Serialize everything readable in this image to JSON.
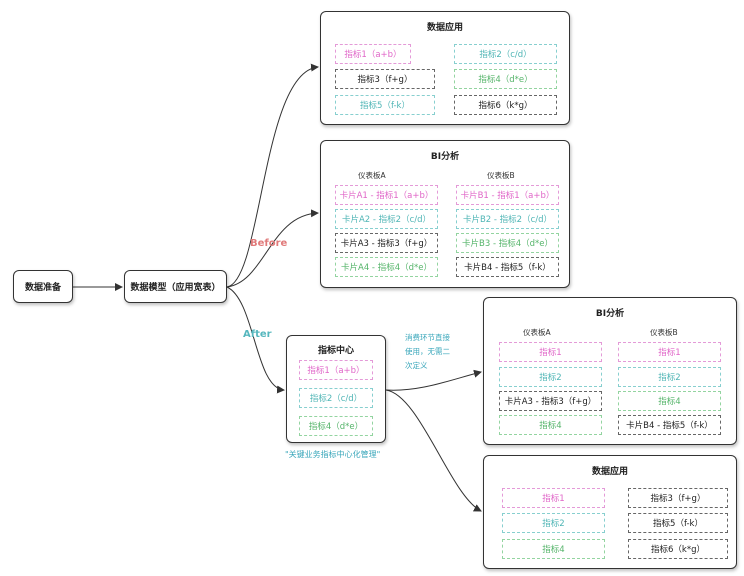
{
  "nodes": {
    "prep": "数据准备",
    "model": "数据模型（应用宽表）",
    "before": "Before",
    "after": "After"
  },
  "before_app": {
    "title": "数据应用",
    "chips": [
      "指标1（a+b）",
      "指标2（c/d）",
      "指标3（f+g）",
      "指标4（d*e）",
      "指标5（f-k）",
      "指标6（k*g）"
    ]
  },
  "before_bi": {
    "title": "BI分析",
    "col_a": "仪表板A",
    "col_b": "仪表板B",
    "chips_a": [
      "卡片A1 - 指标1（a+b）",
      "卡片A2 - 指标2（c/d）",
      "卡片A3 - 指标3（f+g）",
      "卡片A4 - 指标4（d*e）"
    ],
    "chips_b": [
      "卡片B1 - 指标1（a+b）",
      "卡片B2 - 指标2（c/d）",
      "卡片B3 - 指标4（d*e）",
      "卡片B4 - 指标5（f-k）"
    ]
  },
  "center": {
    "title": "指标中心",
    "chips": [
      "指标1（a+b）",
      "指标2（c/d）",
      "指标4（d*e）"
    ],
    "caption": "\"关键业务指标中心化管理\"",
    "note": [
      "消费环节直接",
      "使用，无需二",
      "次定义"
    ]
  },
  "after_bi": {
    "title": "BI分析",
    "col_a": "仪表板A",
    "col_b": "仪表板B",
    "chips_a": [
      "指标1",
      "指标2",
      "卡片A3 - 指标3（f+g）",
      "指标4"
    ],
    "chips_b": [
      "指标1",
      "指标2",
      "指标4",
      "卡片B4 - 指标5（f-k）"
    ]
  },
  "after_app": {
    "title": "数据应用",
    "chips_a": [
      "指标1",
      "指标2",
      "指标4"
    ],
    "chips_b": [
      "指标3（f+g）",
      "指标5（f-k）",
      "指标6（k*g）"
    ]
  },
  "colors": {
    "pink": "#e066c8",
    "teal": "#4fb5b5",
    "green": "#55b46a",
    "before": "#e07a7a",
    "after": "#56b7be"
  }
}
